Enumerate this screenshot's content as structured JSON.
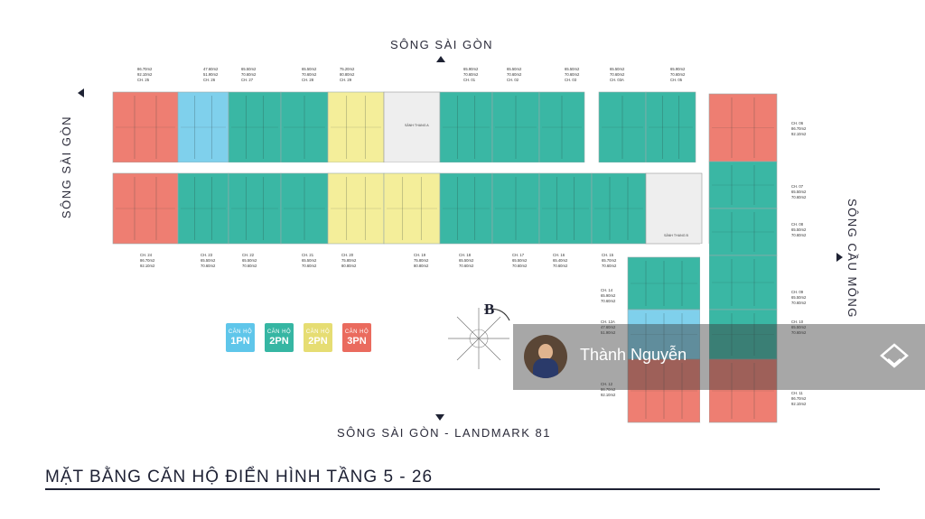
{
  "rivers": {
    "top": "SÔNG SÀI GÒN",
    "left": "SÔNG SÀI GÒN",
    "right": "SÔNG CẦU MÔNG",
    "bottom": "SÔNG SÀI GÒN - LANDMARK 81"
  },
  "compass_letter": "B",
  "colors": {
    "one_bed": "#7fd0ec",
    "two_bed_teal": "#3ab7a4",
    "two_bed_yellow": "#f4ee9a",
    "three_bed": "#ee7e72",
    "corridor": "#ffffff",
    "core": "#eeeeee"
  },
  "legend": [
    {
      "top": "CĂN HỘ",
      "bottom": "1PN",
      "color": "#5fc6ea"
    },
    {
      "top": "CĂN HỘ",
      "bottom": "2PN",
      "color": "#36b6a3"
    },
    {
      "top": "CĂN HỘ",
      "bottom": "2PN",
      "color": "#e6dd73"
    },
    {
      "top": "CĂN HỘ",
      "bottom": "3PN",
      "color": "#ea6b5e"
    }
  ],
  "title": "MẶT BẰNG CĂN HỘ ĐIỂN HÌNH TẦNG 5 - 26",
  "agent_name": "Thành Nguyễn",
  "labels": {
    "top": [
      {
        "code": "CH. 25",
        "a1": "86.70m2",
        "a2": "92.10m2"
      },
      {
        "code": "CH. 26",
        "a1": "47.60m2",
        "a2": "51.90m2"
      },
      {
        "code": "CH. 27",
        "a1": "65.50m2",
        "a2": "70.60m2"
      },
      {
        "code": "CH. 28",
        "a1": "65.50m2",
        "a2": "70.60m2"
      },
      {
        "code": "CH. 29",
        "a1": "75.20m2",
        "a2": "80.80m2"
      },
      {
        "code": "CH. 01",
        "a1": "65.90m2",
        "a2": "70.60m2"
      },
      {
        "code": "CH. 02",
        "a1": "65.50m2",
        "a2": "70.60m2"
      },
      {
        "code": "CH. 03",
        "a1": "65.50m2",
        "a2": "70.60m2"
      },
      {
        "code": "CH. 03A",
        "a1": "65.50m2",
        "a2": "70.60m2"
      },
      {
        "code": "CH. 05",
        "a1": "65.90m2",
        "a2": "70.60m2"
      }
    ],
    "bottom": [
      {
        "code": "CH. 24",
        "a1": "86.70m2",
        "a2": "92.10m2"
      },
      {
        "code": "CH. 23",
        "a1": "65.50m2",
        "a2": "70.60m2"
      },
      {
        "code": "CH. 22",
        "a1": "65.50m2",
        "a2": "70.60m2"
      },
      {
        "code": "CH. 21",
        "a1": "65.50m2",
        "a2": "70.60m2"
      },
      {
        "code": "CH. 20",
        "a1": "75.80m2",
        "a2": "80.80m2"
      },
      {
        "code": "CH. 19",
        "a1": "75.80m2",
        "a2": "80.80m2"
      },
      {
        "code": "CH. 18",
        "a1": "65.50m2",
        "a2": "70.60m2"
      },
      {
        "code": "CH. 17",
        "a1": "65.50m2",
        "a2": "70.60m2"
      },
      {
        "code": "CH. 16",
        "a1": "65.40m2",
        "a2": "70.60m2"
      },
      {
        "code": "CH. 15",
        "a1": "65.70m2",
        "a2": "70.60m2"
      }
    ],
    "right": [
      {
        "code": "CH. 06",
        "a1": "86.70m2",
        "a2": "92.10m2"
      },
      {
        "code": "CH. 07",
        "a1": "65.50m2",
        "a2": "70.60m2"
      },
      {
        "code": "CH. 08",
        "a1": "65.50m2",
        "a2": "70.60m2"
      },
      {
        "code": "CH. 09",
        "a1": "65.50m2",
        "a2": "70.60m2"
      },
      {
        "code": "CH. 10",
        "a1": "65.50m2",
        "a2": "70.60m2"
      },
      {
        "code": "CH. 11",
        "a1": "86.70m2",
        "a2": "92.10m2"
      }
    ],
    "mid": [
      {
        "code": "CH. 14",
        "a1": "65.90m2",
        "a2": "70.60m2"
      },
      {
        "code": "CH. 12A",
        "a1": "47.60m2",
        "a2": "51.90m2"
      },
      {
        "code": "CH. 12",
        "a1": "86.70m2",
        "a2": "92.10m2"
      }
    ],
    "lobby_top": "SẢNH THANG A",
    "lobby_bottom": "SẢNH THANG B"
  }
}
